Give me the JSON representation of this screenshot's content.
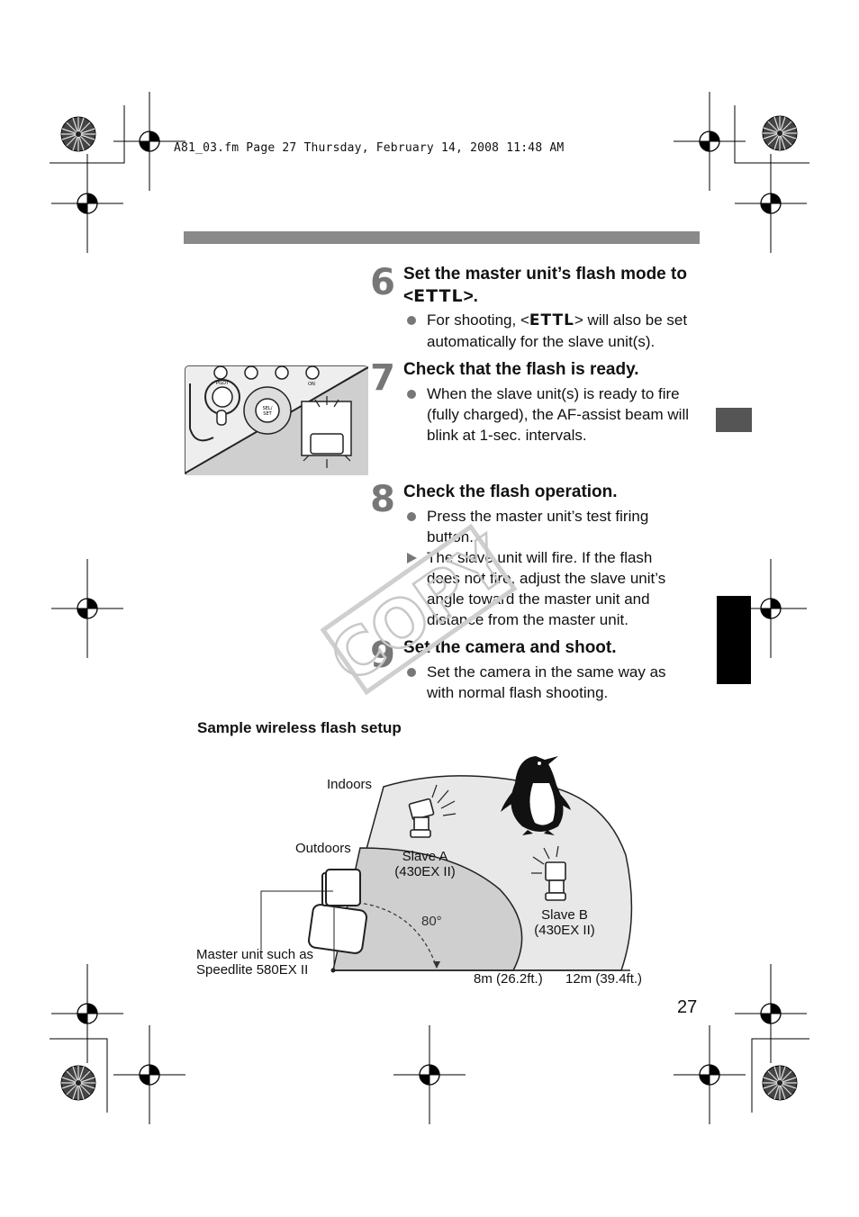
{
  "header": {
    "file_line": "A81_03.fm  Page 27  Thursday, February 14, 2008  11:48 AM"
  },
  "steps": [
    {
      "number": "6",
      "title_prefix": "Set the master unit’s flash mode to <",
      "title_mode": "ETTL",
      "title_suffix": ">.",
      "bullets": [
        {
          "type": "dot",
          "prefix": "For shooting, <",
          "mode": "ETTL",
          "suffix": "> will also be set automatically for the slave unit(s)."
        }
      ]
    },
    {
      "number": "7",
      "title": "Check that the flash is ready.",
      "bullets": [
        {
          "type": "dot",
          "text": "When the slave unit(s) is ready to fire (fully charged), the AF-assist beam will blink at 1-sec. intervals."
        }
      ]
    },
    {
      "number": "8",
      "title": "Check the flash operation.",
      "bullets": [
        {
          "type": "dot",
          "text": "Press the master unit’s test firing button."
        },
        {
          "type": "triangle",
          "text": "The slave unit will fire. If the flash does not fire, adjust the slave unit’s angle toward the master unit and distance from the master unit."
        }
      ]
    },
    {
      "number": "9",
      "title": "Set the camera and shoot.",
      "bullets": [
        {
          "type": "dot",
          "text": "Set the camera in the same way as with normal flash shooting."
        }
      ]
    }
  ],
  "figure_labels": {
    "pilot": "PILOT",
    "on": "ON",
    "sel_set_1": "SEL/",
    "sel_set_2": "SET"
  },
  "watermark": "COPY",
  "diagram": {
    "title": "Sample wireless flash setup",
    "indoors": "Indoors",
    "outdoors": "Outdoors",
    "slave_a_1": "Slave A",
    "slave_a_2": "(430EX II)",
    "slave_b_1": "Slave B",
    "slave_b_2": "(430EX II)",
    "angle": "80°",
    "master_1": "Master unit such as",
    "master_2": "Speedlite 580EX II",
    "dist_8": "8m (26.2ft.)",
    "dist_12": "12m (39.4ft.)"
  },
  "page_number": "27",
  "colors": {
    "top_bar": "#8a8a8a",
    "step_number": "#777777",
    "indoor_fill": "#e8e8e8",
    "outdoor_fill": "#cfcfcf"
  }
}
